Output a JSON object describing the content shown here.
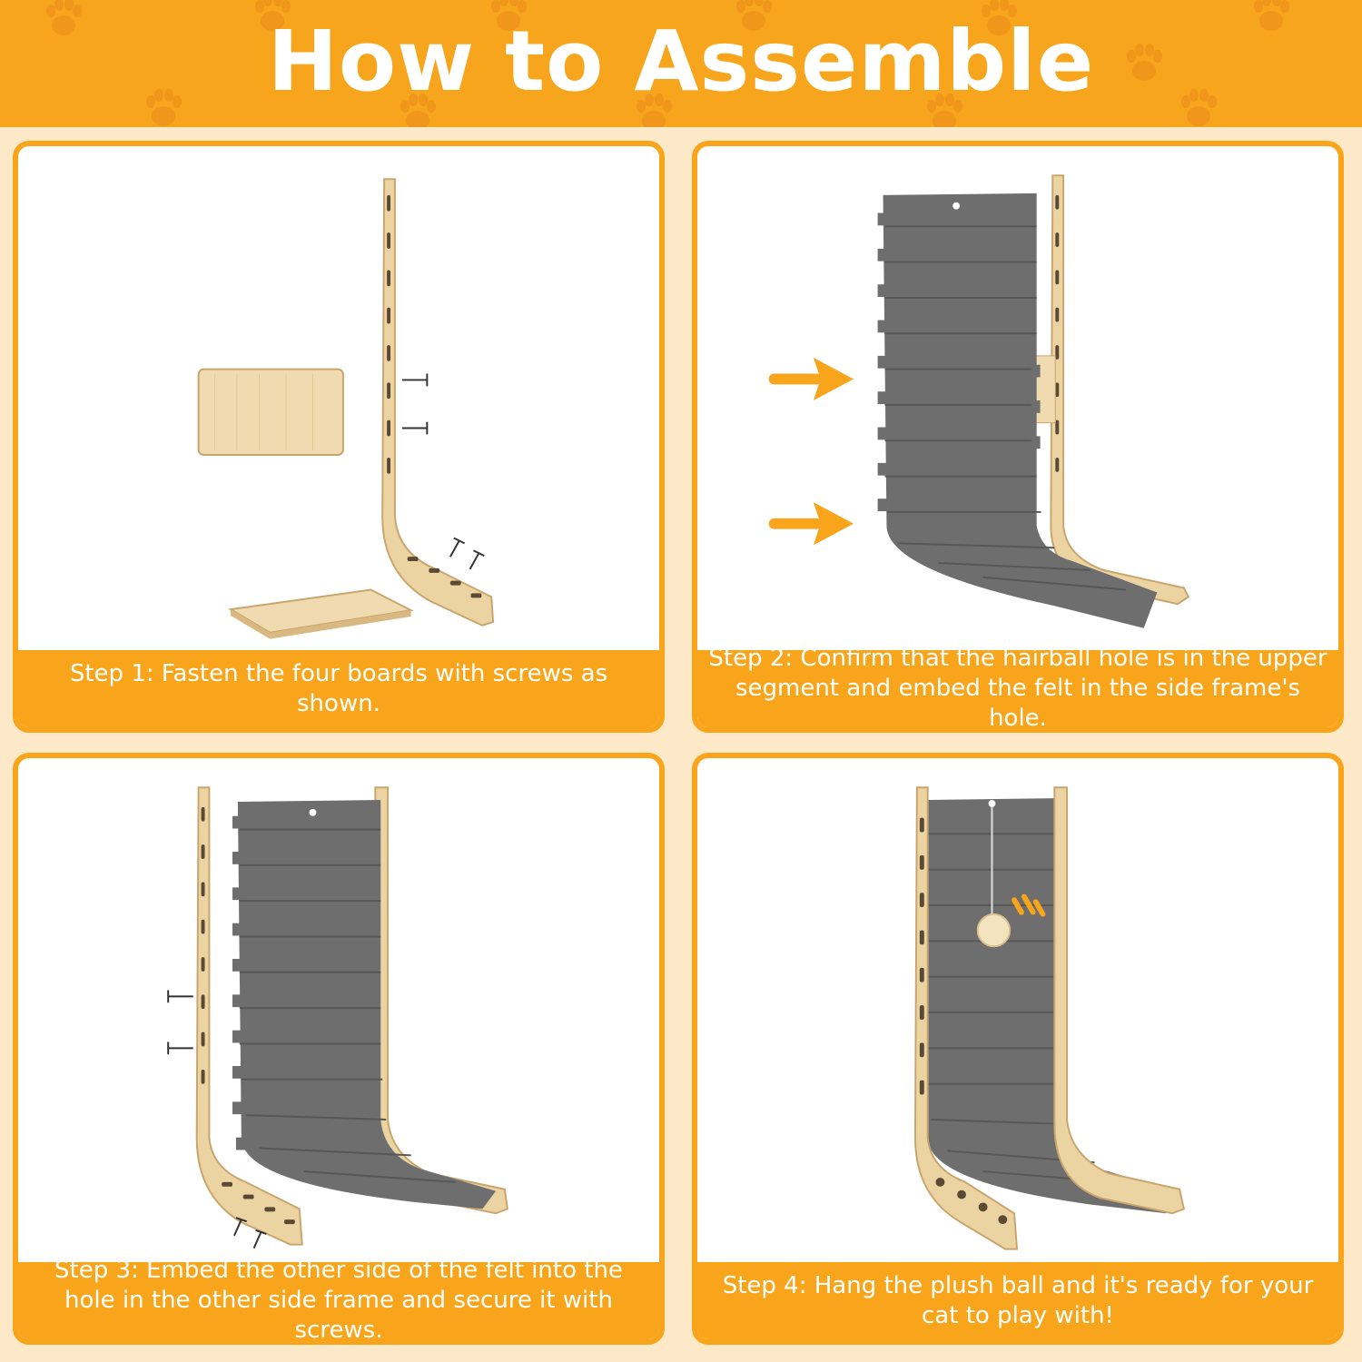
{
  "header": {
    "title": "How to Assemble"
  },
  "steps": [
    {
      "caption": "Step 1: Fasten the four boards with screws as shown."
    },
    {
      "caption": "Step 2: Confirm that the hairball hole is in the upper segment and embed the felt in the side frame's hole."
    },
    {
      "caption": "Step 3: Embed the other side of the felt into the hole in the other side frame and secure it with screws."
    },
    {
      "caption": "Step 4: Hang the plush ball and it's ready for your cat to play with!"
    }
  ],
  "colors": {
    "accent": "#f8a51c",
    "wood": "#ecd3a2",
    "felt": "#6e6e6e",
    "background": "#fde9c7"
  },
  "icons": [
    "paw-print-icon",
    "arrow-right-icon",
    "screw-icon",
    "plush-ball-icon"
  ]
}
